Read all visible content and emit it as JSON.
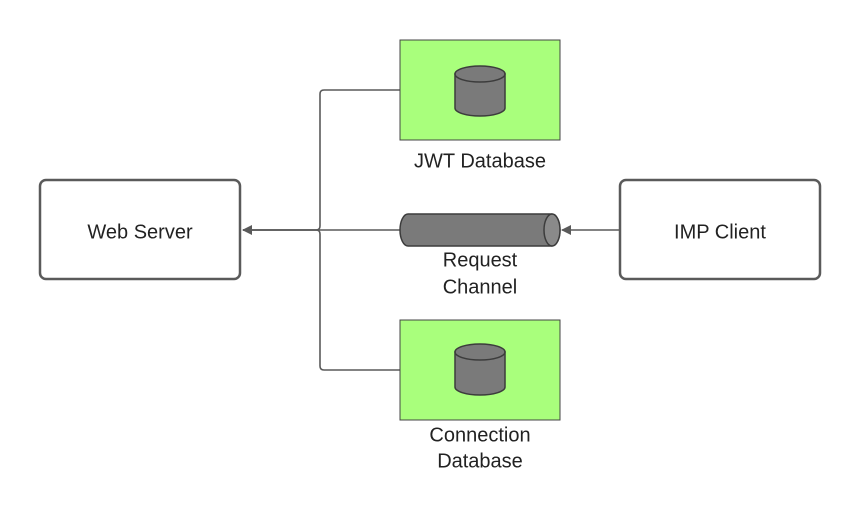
{
  "diagram": {
    "nodes": {
      "web_server": {
        "label": "Web Server",
        "shape": "rounded-box"
      },
      "imp_client": {
        "label": "IMP Client",
        "shape": "rounded-box"
      },
      "jwt_database": {
        "label": "JWT Database",
        "icon": "database-cylinder-icon"
      },
      "connection_database": {
        "label_line1": "Connection",
        "label_line2": "Database",
        "icon": "database-cylinder-icon"
      },
      "request_channel": {
        "label_line1": "Request",
        "label_line2": "Channel",
        "icon": "pipe-channel-icon"
      }
    },
    "edges": [
      {
        "from": "imp_client",
        "to": "request_channel"
      },
      {
        "from": "request_channel",
        "to": "web_server"
      },
      {
        "from": "jwt_database",
        "to": "web_server"
      },
      {
        "from": "connection_database",
        "to": "web_server"
      }
    ],
    "colors": {
      "database_fill": "#a9ff7c",
      "database_border": "#444444",
      "cylinder_fill": "#7a7a7a",
      "cylinder_stroke": "#3c3c3c",
      "box_border": "#5a5a5a",
      "connector": "#5a5a5a",
      "text": "#222222"
    }
  }
}
